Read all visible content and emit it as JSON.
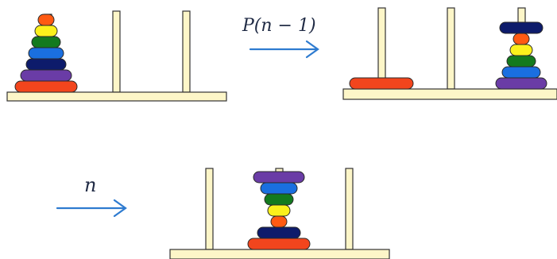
{
  "labels": {
    "step1": "P(n − 1)",
    "step2": "n"
  },
  "colors": {
    "arrow": "#2e7bd0",
    "peg": "#fdf6c8",
    "outline": "#2a2a2a",
    "disk_palette": {
      "red": "#f2451d",
      "orange": "#ff5a12",
      "yellow": "#fbf11c",
      "green": "#137a1e",
      "blue": "#1a6fe0",
      "navy": "#0d1b6b",
      "purple": "#6a3ca6"
    }
  },
  "stages": [
    {
      "description_id": "initial",
      "towers": [
        [
          "red",
          "purple",
          "navy",
          "blue",
          "green",
          "yellow",
          "orange"
        ],
        [],
        []
      ]
    },
    {
      "description_id": "after-move-n-minus-1",
      "towers": [
        [
          "red"
        ],
        [],
        [
          "purple",
          "blue",
          "green",
          "yellow",
          "orange",
          "navy"
        ]
      ]
    },
    {
      "description_id": "after-move-largest",
      "towers": [
        [],
        [
          "red",
          "navy",
          "orange",
          "yellow",
          "green",
          "blue",
          "purple"
        ],
        []
      ]
    }
  ]
}
